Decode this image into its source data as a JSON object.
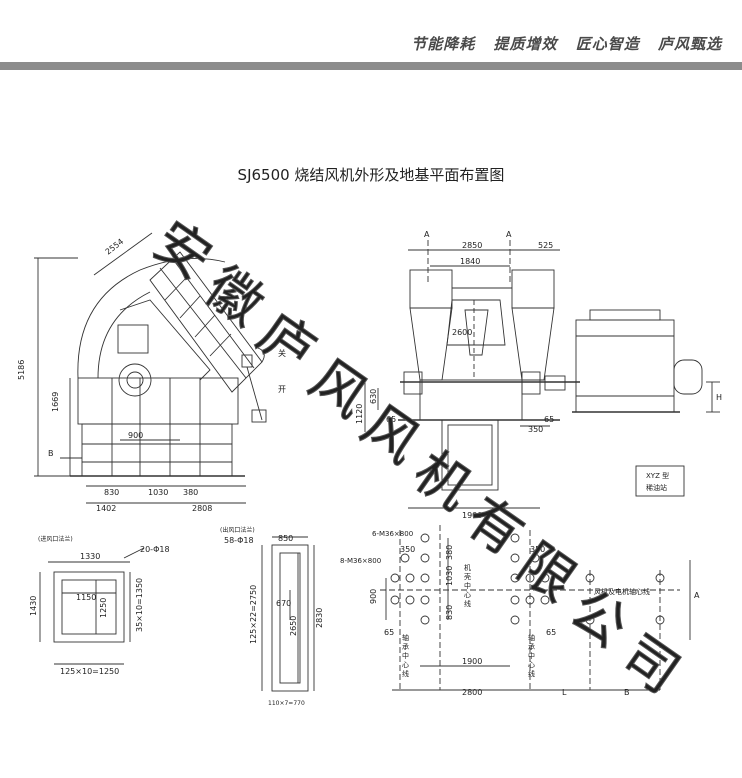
{
  "header": {
    "slogans": [
      "节能降耗",
      "提质增效",
      "匠心智造",
      "庐风甄选"
    ]
  },
  "title": "SJ6500 烧结风机外形及地基平面布置图",
  "watermark": [
    "安",
    "徽",
    "庐",
    "风",
    "风",
    "机",
    "有",
    "限",
    "公",
    "司"
  ],
  "side_view": {
    "dim_2554": "2554",
    "dim_5186": "5186",
    "dim_1669": "1669",
    "dim_900": "900",
    "dim_830": "830",
    "dim_1030": "1030",
    "dim_380": "380",
    "dim_1402": "1402",
    "dim_2808": "2808",
    "label_b": "B",
    "label_close": "关",
    "label_open": "开"
  },
  "front_view": {
    "label_a1": "A",
    "label_a2": "A",
    "dim_2850": "2850",
    "dim_525": "525",
    "dim_1840": "1840",
    "dim_2600": "2600",
    "dim_630": "630",
    "dim_1120": "1120",
    "dim_65a": "65",
    "dim_65b": "65",
    "dim_350": "350",
    "dim_1900": "1900",
    "label_h": "H",
    "station_title": "XYZ 型",
    "station_sub": "稀油站"
  },
  "inlet_flange": {
    "caption": "(进风口法兰)",
    "dim_1330": "1330",
    "dim_holes": "20-Φ18",
    "dim_1150": "1150",
    "dim_1430": "1430",
    "dim_1250": "1250",
    "dim_35x10": "35×10=1350",
    "dim_125x10": "125×10=1250"
  },
  "outlet_flange": {
    "caption": "(出风口法兰)",
    "dim_holes": "58-Φ18",
    "dim_850": "850",
    "dim_125x22": "125×22=2750",
    "dim_670": "670",
    "dim_2650": "2650",
    "dim_2830": "2830",
    "dim_110x7": "110×7=770"
  },
  "foundation": {
    "label_m36_6": "6-M36×800",
    "label_m36_8": "8-M36×800",
    "dim_350a": "350",
    "dim_350b": "350",
    "dim_380": "380",
    "dim_1030": "1030",
    "dim_830": "830",
    "dim_900": "900",
    "dim_65a": "65",
    "dim_65b": "65",
    "dim_1900": "1900",
    "dim_2800": "2800",
    "label_l": "L",
    "label_b": "B",
    "label_a": "A",
    "text_casing_center": "机壳中心线",
    "text_bearing_center1": "轴承中心线",
    "text_bearing_center2": "轴承中心线",
    "text_motor_axis": "风机及电机轴心线"
  }
}
